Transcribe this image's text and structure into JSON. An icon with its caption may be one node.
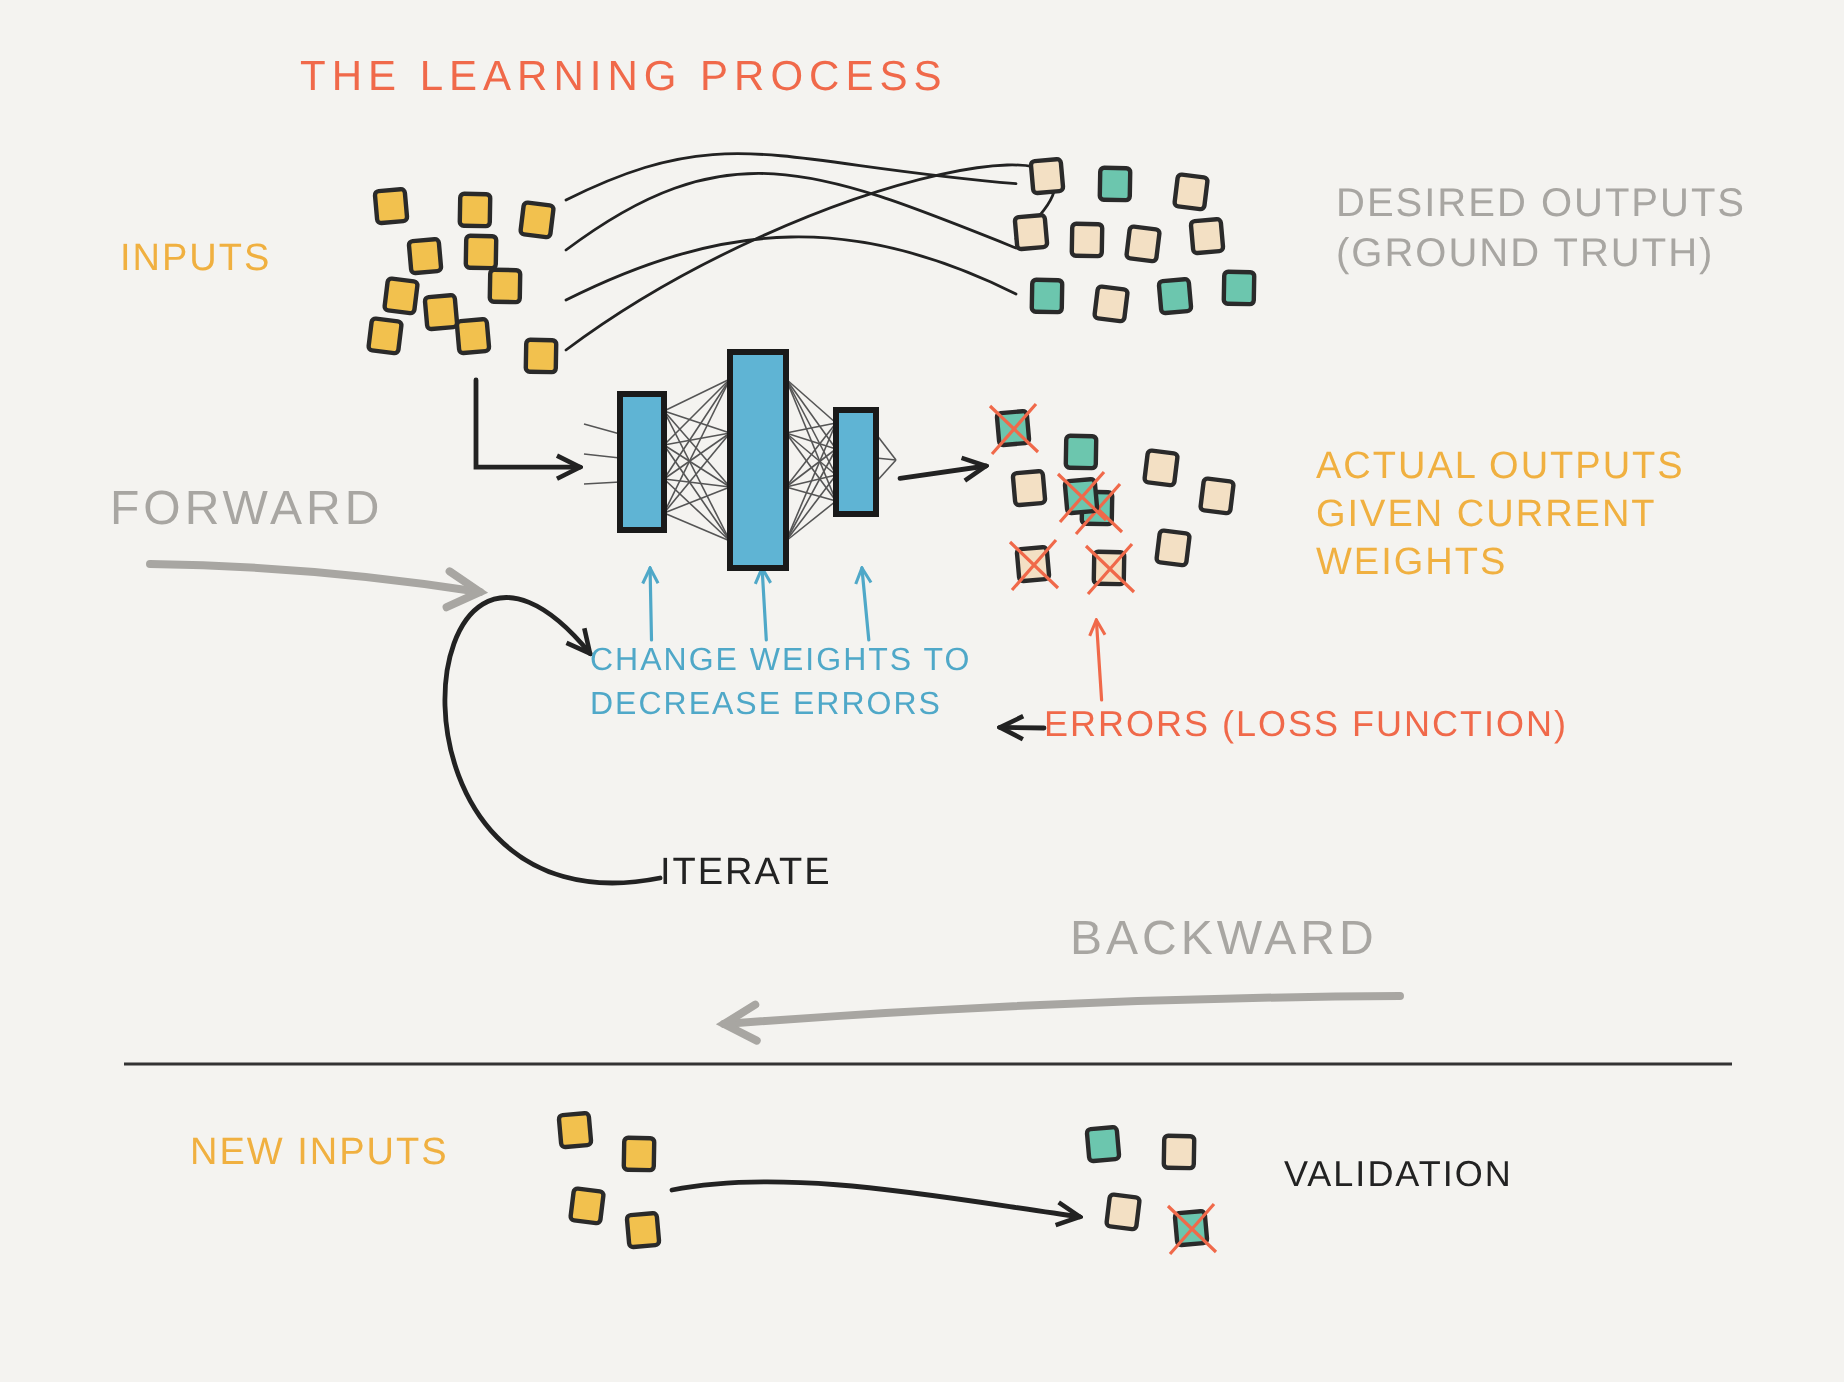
{
  "diagram": {
    "title": "THE LEARNING PROCESS",
    "nodes": [
      {
        "text": [],
        "shape": "picture",
        "beside": [
          "INPUTS"
        ]
      },
      {
        "text": [],
        "shape": "picture",
        "beside": [
          "DESIRED OUTPUTS (GROUND TRUTH)"
        ]
      },
      {
        "text": [],
        "shape": "picture"
      },
      {
        "text": [],
        "shape": "picture",
        "beside": [
          "ACTUAL OUTPUTS GIVEN CURRENT WEIGHTS"
        ]
      },
      {
        "text": [
          "CHANGE WEIGHTS TO DECREASE ERRORS"
        ]
      },
      {
        "text": [
          "ERRORS (LOSS FUNCTION)"
        ]
      },
      {
        "text": [],
        "shape": "picture",
        "beside": [
          "NEW INPUTS"
        ]
      },
      {
        "text": [],
        "shape": "picture",
        "beside": [
          "VALIDATION"
        ]
      },
      {
        "text": [
          "ITERATE"
        ]
      }
    ],
    "edges": [
      {
        "from": 0,
        "to": 1,
        "arrow": "none"
      },
      {
        "from": 0,
        "to": 1,
        "arrow": "none"
      },
      {
        "from": 0,
        "to": 1,
        "arrow": "none"
      },
      {
        "from": 0,
        "to": 1,
        "arrow": "none"
      },
      {
        "from": 0,
        "to": 2,
        "arrow": "to"
      },
      {
        "from": 2,
        "to": 3,
        "arrow": "to"
      },
      {
        "from": 4,
        "to": 2,
        "arrow": "to",
        "color": "#4fa8c8"
      },
      {
        "from": 4,
        "to": 2,
        "arrow": "to",
        "color": "#4fa8c8"
      },
      {
        "from": 4,
        "to": 2,
        "arrow": "to",
        "color": "#4fa8c8"
      },
      {
        "from": 5,
        "to": 3,
        "arrow": "to",
        "color": "#f0694a"
      },
      {
        "from": 5,
        "to": 4,
        "arrow": "to"
      },
      {
        "from": 8,
        "to": 4,
        "arrow": "to"
      },
      {
        "from": 6,
        "to": 7,
        "arrow": "to"
      }
    ],
    "labels": [
      "FORWARD",
      "BACKWARD"
    ]
  }
}
